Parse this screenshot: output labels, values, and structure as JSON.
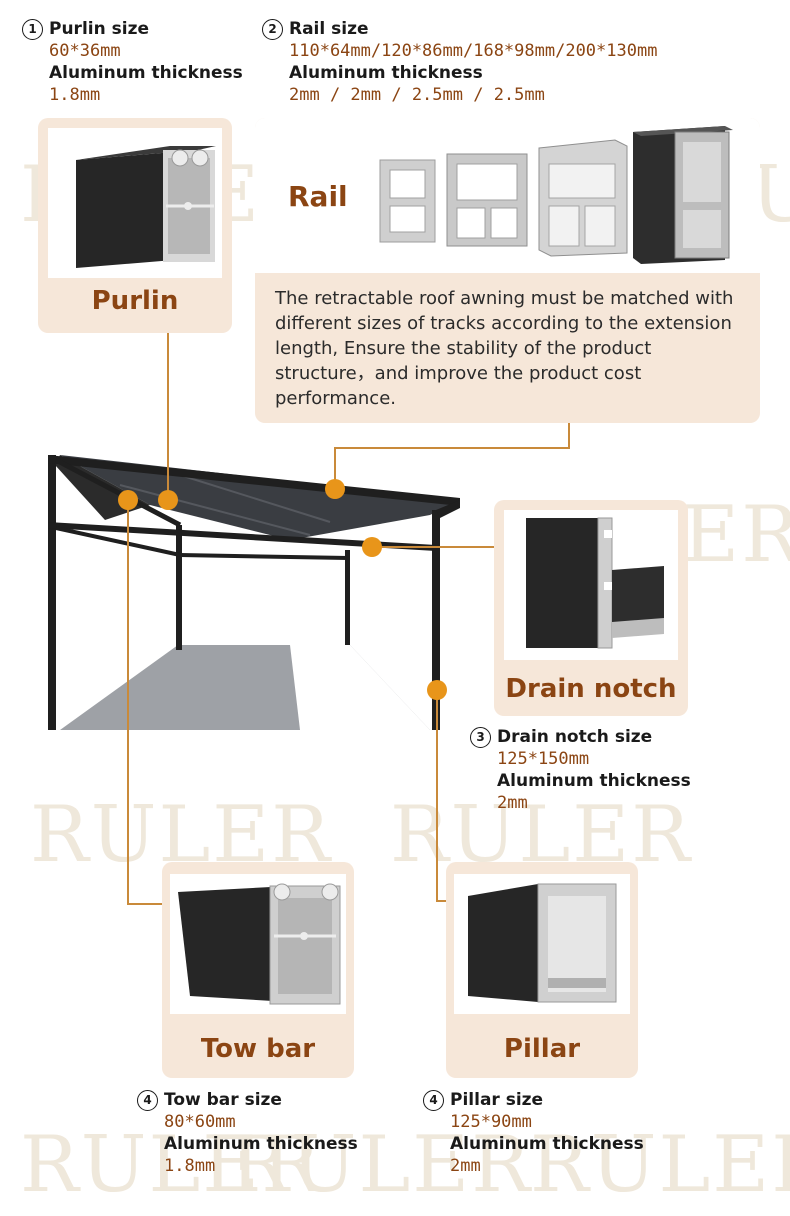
{
  "watermark": "RULER",
  "specs": {
    "purlin": {
      "num": "1",
      "title": "Purlin size",
      "size": "60*36mm",
      "thickness_label": "Aluminum thickness",
      "thickness": "1.8mm"
    },
    "rail": {
      "num": "2",
      "title": "Rail size",
      "size": "110*64mm/120*86mm/168*98mm/200*130mm",
      "thickness_label": "Aluminum thickness",
      "thickness": "2mm / 2mm / 2.5mm / 2.5mm"
    },
    "drain": {
      "num": "3",
      "title": "Drain notch size",
      "size": "125*150mm",
      "thickness_label": "Aluminum thickness",
      "thickness": "2mm"
    },
    "towbar": {
      "num": "4",
      "title": "Tow bar size",
      "size": "80*60mm",
      "thickness_label": "Aluminum thickness",
      "thickness": "1.8mm"
    },
    "pillar": {
      "num": "4",
      "title": "Pillar size",
      "size": "125*90mm",
      "thickness_label": "Aluminum thickness",
      "thickness": "2mm"
    }
  },
  "cards": {
    "purlin": "Purlin",
    "rail": "Rail",
    "drain": "Drain notch",
    "towbar": "Tow bar",
    "pillar": "Pillar"
  },
  "rail_description": "The retractable roof awning must be matched with different sizes of tracks according to the extension length, Ensure the stability of the product structure，and improve the product cost performance.",
  "colors": {
    "accent": "#e8951a",
    "card_bg": "#f6e7d9",
    "label": "#8b4513",
    "frame": "#1f1f1f"
  }
}
